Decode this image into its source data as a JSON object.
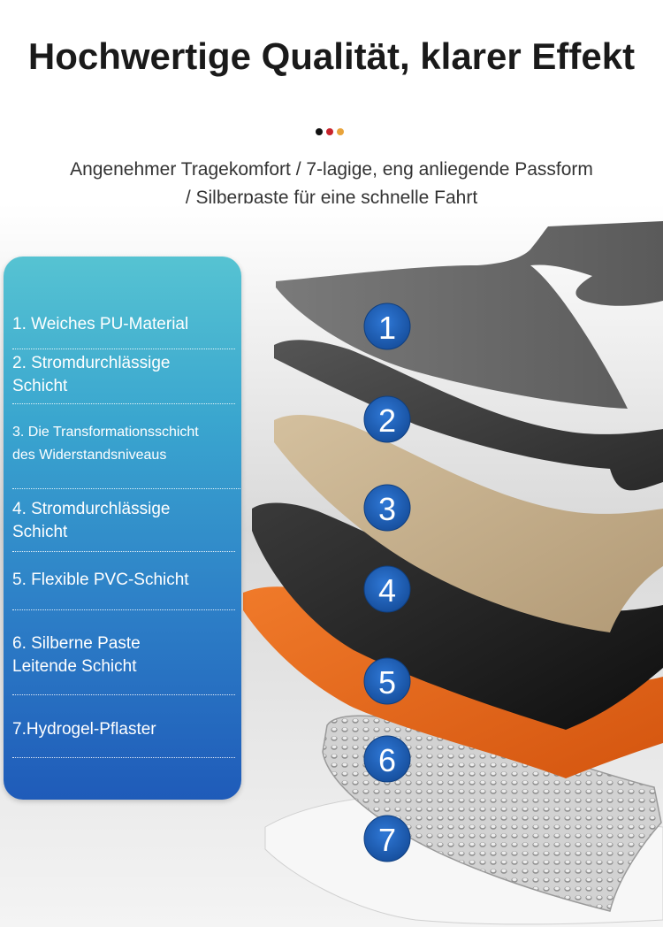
{
  "title": "Hochwertige Qualität, klarer Effekt",
  "subtitle": {
    "line1": "Angenehmer Tragekomfort / 7-lagige, eng anliegende Passform",
    "line2": "/ Silberpaste für eine schnelle Fahrt"
  },
  "dots": [
    {
      "color": "#111111"
    },
    {
      "color": "#c8232b"
    },
    {
      "color": "#e8a33a"
    }
  ],
  "layers_panel": {
    "items": [
      {
        "line1": "1. Weiches PU-Material",
        "line2": ""
      },
      {
        "line1": "2. Stromdurchlässige",
        "line2": "Schicht"
      },
      {
        "line1": "3. Die Transformationsschicht",
        "line2": "des Widerstandsniveaus"
      },
      {
        "line1": "4. Stromdurchlässige",
        "line2": "Schicht"
      },
      {
        "line1": "5. Flexible PVC-Schicht",
        "line2": ""
      },
      {
        "line1": "6. Silberne Paste",
        "line2": "Leitende Schicht"
      },
      {
        "line1": "7.Hydrogel-Pflaster",
        "line2": ""
      }
    ]
  },
  "layer_badges": [
    "1",
    "2",
    "3",
    "4",
    "5",
    "6",
    "7"
  ],
  "colors": {
    "badge": "#1d5fbf",
    "layer_gray": "#6a6a6a",
    "layer_dark": "#2b2b2b",
    "layer_beige": "#c8b291",
    "layer_black": "#1a1a1a",
    "layer_orange": "#ea6a1c",
    "layer_silver": "#bdbdbd"
  }
}
